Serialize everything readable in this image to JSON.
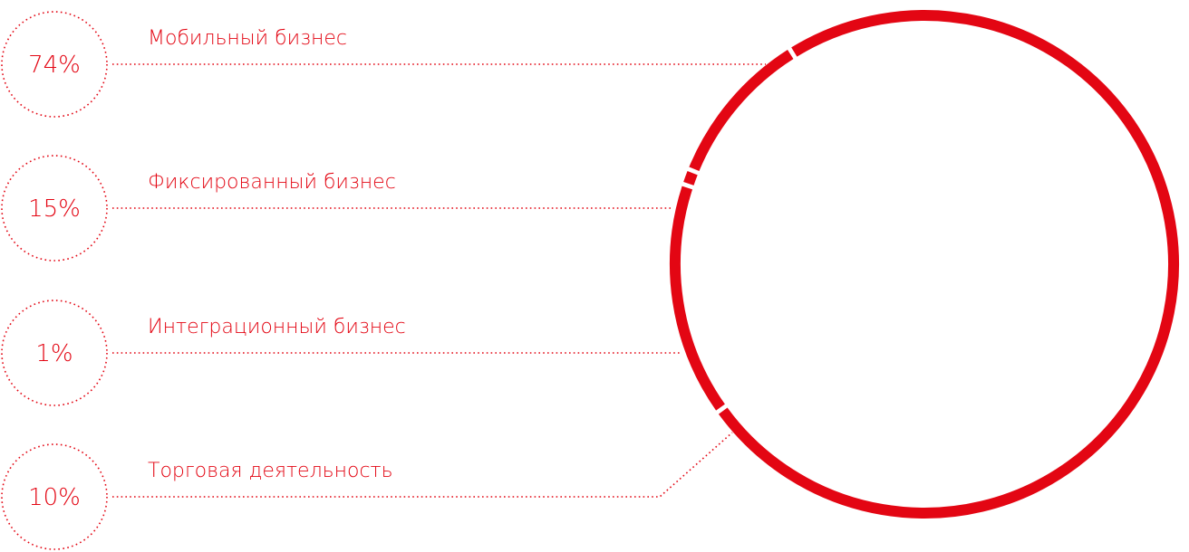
{
  "chart_data": {
    "type": "pie",
    "style": "ring",
    "accent_color": "#e30613",
    "categories": [
      "Мобильный бизнес",
      "Фиксированный бизнес",
      "Интеграционный бизнес",
      "Торговая деятельность"
    ],
    "values": [
      74,
      15,
      1,
      10
    ],
    "labels": [
      "74%",
      "15%",
      "1%",
      "10%"
    ],
    "title": "",
    "legend_placement": "left"
  }
}
